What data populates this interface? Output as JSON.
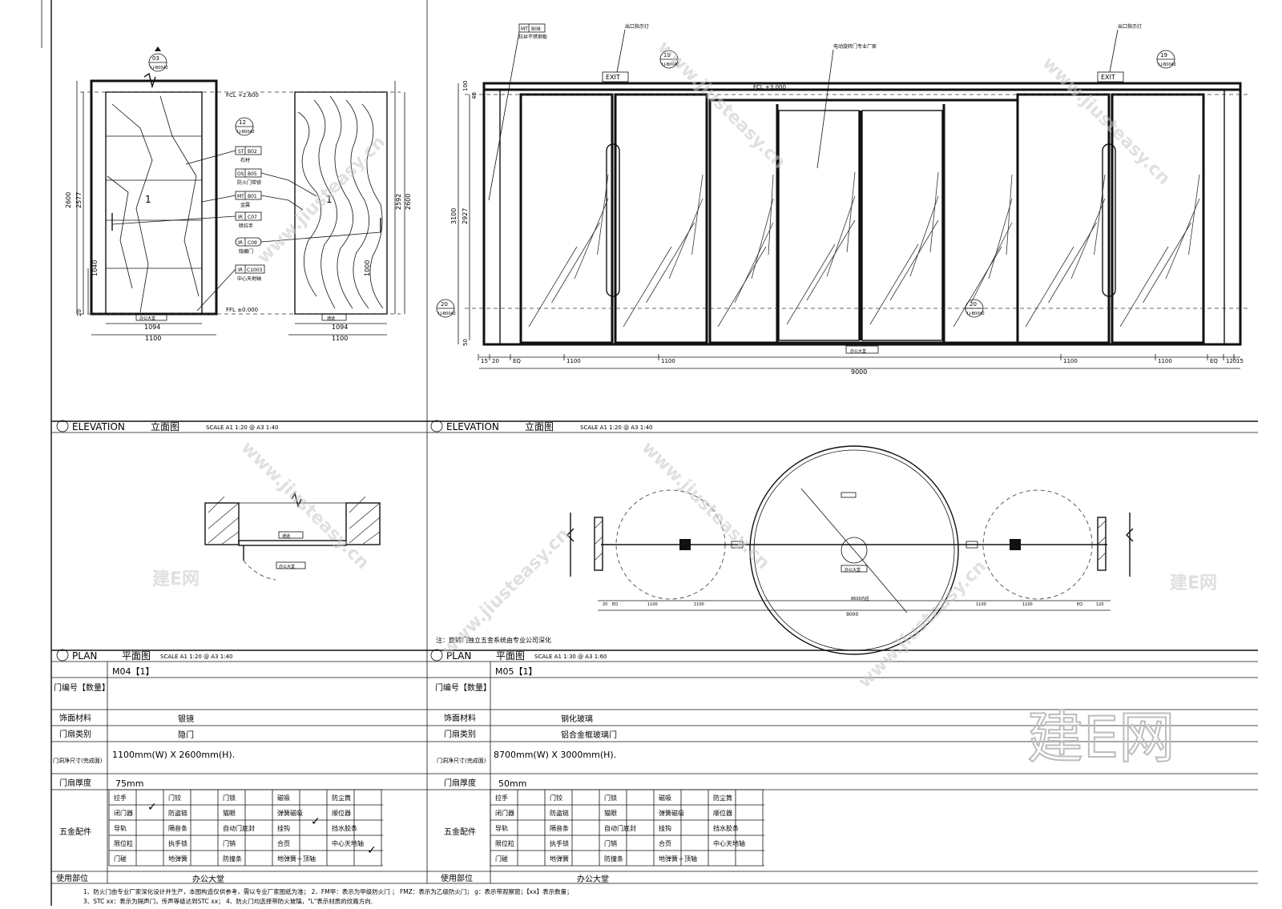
{
  "elevation_left": {
    "callouts": {
      "top_section": {
        "num": "03",
        "ref": "LJ-B0042"
      },
      "mid_section": {
        "num": "12",
        "ref": "LJ-B0042"
      }
    },
    "level_top": "FCL +2.600",
    "level_bottom": "FFL ±0.000",
    "tags": [
      {
        "code": "ST",
        "num": "B02",
        "desc": "石材"
      },
      {
        "code": "OS",
        "num": "B05",
        "desc": "防火门带锁"
      },
      {
        "code": "MT",
        "num": "B01",
        "desc": "金属"
      },
      {
        "code": "IR",
        "num": "C07",
        "desc": "暗拉手"
      },
      {
        "code": "IR",
        "num": "C09",
        "desc": "隐藏门"
      },
      {
        "code": "IR",
        "num": "C1003",
        "desc": "中心天地轴"
      }
    ],
    "dims": {
      "h_total_left": "2600",
      "h_clear_left": "2577",
      "h_handle": "1040",
      "h_bottom": "20",
      "h_total_right": "2600",
      "h_clear_right": "2592",
      "h_handle_right": "1000",
      "w_clear": "1094",
      "w_total": "1100",
      "w_clear_right": "1094",
      "w_total_right": "1100"
    },
    "room_labels": [
      "办公大堂",
      "通道"
    ],
    "leaf_mark": "1"
  },
  "elevation_right": {
    "callouts": {
      "left": {
        "num": "19",
        "ref": "LJ-B0042"
      },
      "right": {
        "num": "19",
        "ref": "LJ-B0042"
      },
      "sec_left": {
        "num": "20",
        "ref": "LJ-B0042"
      },
      "sec_right": {
        "num": "20",
        "ref": "LJ-B0042"
      }
    },
    "tags": [
      {
        "code": "MT",
        "num": "B08",
        "desc": "拉丝不锈钢板"
      }
    ],
    "notes": [
      "出口指示灯",
      "电动旋转门专业厂家",
      "出口指示灯"
    ],
    "exit_signs": [
      "EXIT",
      "EXIT"
    ],
    "level_top": "FCL +3.000",
    "dims": {
      "h_total": "3100",
      "h_clear": "2927",
      "h_top": "100",
      "h_top2": "40",
      "h_bottom": "50",
      "bottom_row": [
        "15",
        "20",
        "EQ",
        "1100",
        "1100",
        "1100",
        "1100",
        "EQ",
        "120",
        "15"
      ],
      "overall": "9000"
    },
    "room_label": "办公大堂"
  },
  "section_titles": [
    {
      "en": "ELEVATION",
      "cn": "立面图",
      "scale": "SCALE   A1 1:20 @ A3 1:40"
    },
    {
      "en": "ELEVATION",
      "cn": "立面图",
      "scale": "SCALE   A1 1:20 @ A3 1:40"
    },
    {
      "en": "PLAN",
      "cn": "平面图",
      "scale": "SCALE   A1 1:20 @ A3 1:40"
    },
    {
      "en": "PLAN",
      "cn": "平面图",
      "scale": "SCALE   A1 1:30 @ A3 1:60"
    }
  ],
  "plan_left": {
    "room_labels": [
      "通道",
      "办公大堂"
    ]
  },
  "plan_right": {
    "dims_row": [
      "20",
      "EQ",
      "1100",
      "1100",
      "1100",
      "1100",
      "EQ",
      "120"
    ],
    "overall": "9000",
    "inner_dim": "8600内径",
    "room_label": "办公大堂",
    "note": "注：旋转门独立五金系统由专业公司深化"
  },
  "schedule": {
    "row_labels": {
      "door_no": "门编号【数量】",
      "finish": "饰面材料",
      "leaf_type": "门扇类别",
      "size": "门洞净尺寸(完成面)",
      "thickness": "门扇厚度",
      "hardware": "五金配件",
      "location": "使用部位"
    },
    "left": {
      "door_no": "M04【1】",
      "finish": "银镜",
      "leaf_type": "隐门",
      "size": "1100mm(W) X 2600mm(H).",
      "thickness": "75mm",
      "location": "办公大堂",
      "hardware": [
        [
          "拉手",
          "门铰",
          "门锁",
          "磁吸",
          "防尘筒"
        ],
        [
          "闭门器",
          "防盗链",
          "猫眼",
          "弹簧磁吸",
          "顺位器"
        ],
        [
          "导轨",
          "隔音条",
          "自动门底封",
          "挂钩",
          "挡水胶条"
        ],
        [
          "限位粒",
          "执手锁",
          "门销",
          "合页",
          "中心天地轴"
        ],
        [
          "门碰",
          "地弹簧",
          "防撞条",
          "地弹簧＋顶轴",
          ""
        ]
      ],
      "checks": [
        "✓",
        "✓",
        "✓"
      ]
    },
    "right": {
      "door_no": "M05【1】",
      "finish": "钢化玻璃",
      "leaf_type": "铝合金框玻璃门",
      "size": "8700mm(W) X 3000mm(H).",
      "thickness": "50mm",
      "location": "办公大堂",
      "hardware": [
        [
          "拉手",
          "门铰",
          "门锁",
          "磁吸",
          "防尘筒"
        ],
        [
          "闭门器",
          "防盗链",
          "猫眼",
          "弹簧磁吸",
          "顺位器"
        ],
        [
          "导轨",
          "隔音条",
          "自动门底封",
          "挂钩",
          "挡水胶条"
        ],
        [
          "限位粒",
          "执手锁",
          "门销",
          "合页",
          "中心天地轴"
        ],
        [
          "门碰",
          "地弹簧",
          "防撞条",
          "地弹簧＋顶轴",
          ""
        ]
      ]
    },
    "footnotes": [
      "1、防火门由专业厂家深化设计并生产，本图构造仅供参考，需以专业厂家图纸为准；  2、FM甲：表示为甲级防火门 ； FMZ：表示为乙级防火门； g：表示带观察窗；【xx】表示数量；",
      "3、STC xx：表示为隔声门，传声等级达到STC xx；  4、防火门均选择带防火玻璃，\"L\"表示材质的纹路方向."
    ]
  },
  "watermarks": [
    "建E网",
    "www.jiusteasy.cn",
    "建E网"
  ]
}
